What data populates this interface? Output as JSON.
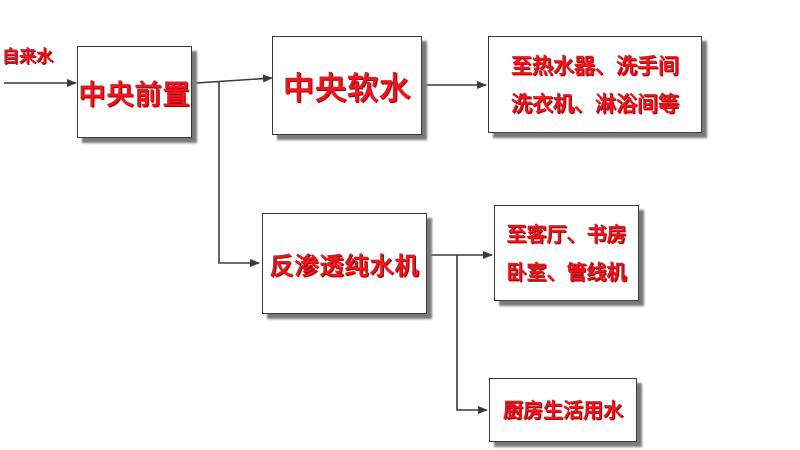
{
  "source": {
    "label": "自来水"
  },
  "nodes": {
    "pre_filter": {
      "label": "中央前置"
    },
    "softener": {
      "label": "中央软水"
    },
    "softened_dest": {
      "lines": [
        "至热水器、洗手间",
        "洗衣机、淋浴间等"
      ]
    },
    "ro_purifier": {
      "label": "反渗透纯水机"
    },
    "ro_dest_rooms": {
      "lines": [
        "至客厅、书房",
        "卧室、管线机"
      ]
    },
    "ro_dest_kitchen": {
      "label": "厨房生活用水"
    }
  },
  "colors": {
    "text": "#f0141e",
    "line": "#3a3a3a",
    "shadow": "#7a7a7a"
  }
}
